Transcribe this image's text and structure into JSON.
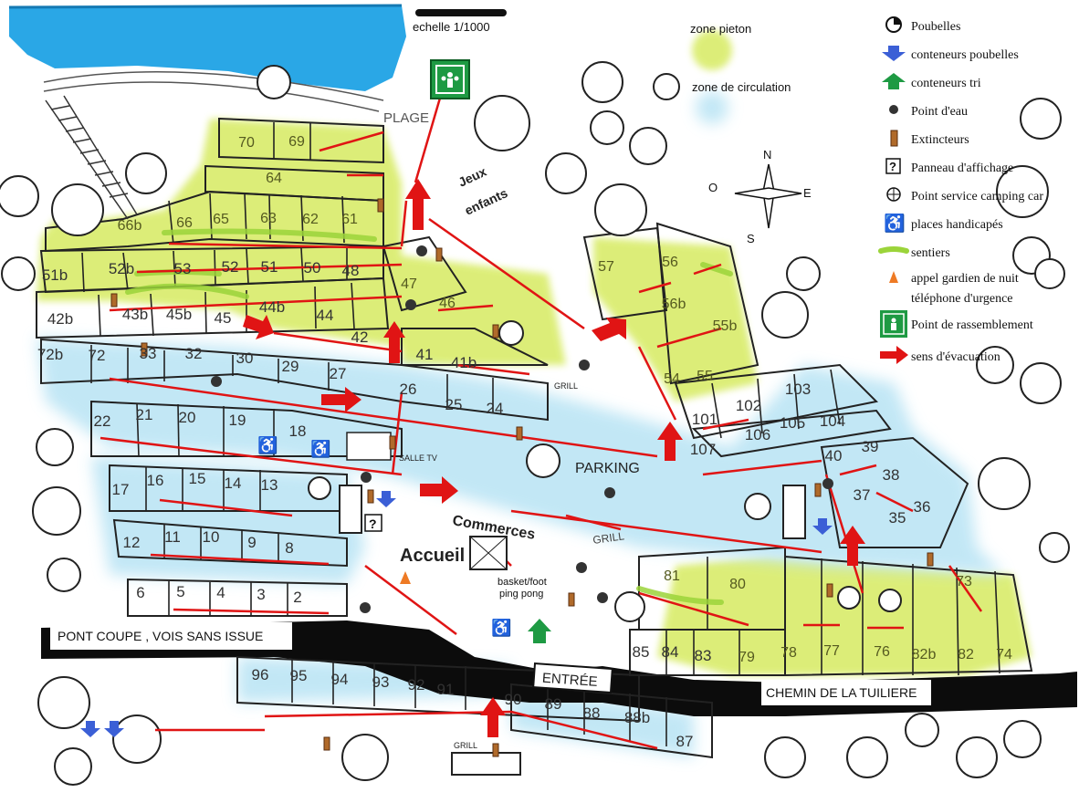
{
  "scale": "echelle 1/1000",
  "zones": {
    "pedestrian": "zone pieton",
    "traffic": "zone de circulation"
  },
  "compass": {
    "n": "N",
    "s": "S",
    "e": "E",
    "w": "O"
  },
  "legend": [
    {
      "icon": "bin-icon",
      "label": "Poubelles"
    },
    {
      "icon": "blue-arrow-icon",
      "label": "conteneurs poubelles"
    },
    {
      "icon": "green-arrow-icon",
      "label": "conteneurs tri"
    },
    {
      "icon": "water-point-icon",
      "label": "Point d'eau"
    },
    {
      "icon": "extinguisher-icon",
      "label": "Extincteurs"
    },
    {
      "icon": "noticeboard-icon",
      "label": "Panneau d'affichage"
    },
    {
      "icon": "camper-service-icon",
      "label": "Point service camping car"
    },
    {
      "icon": "wheelchair-icon",
      "label": "places handicapés"
    },
    {
      "icon": "path-icon",
      "label": "sentiers"
    },
    {
      "icon": "night-guard-icon",
      "label": "appel gardien de nuit"
    },
    {
      "icon": "emergency-phone-icon",
      "label": "téléphone d'urgence"
    },
    {
      "icon": "assembly-point-icon",
      "label": "Point de rassemblement"
    },
    {
      "icon": "evacuation-arrow-icon",
      "label": "sens d'évacuation"
    }
  ],
  "places": {
    "beach": "PLAGE",
    "games": [
      "Jeux",
      "enfants"
    ],
    "parking": "PARKING",
    "tv": "SALLE TV",
    "grill": "GRILL",
    "shops": "Commerces",
    "reception": "Accueil",
    "sport": [
      "basket/foot",
      "ping pong"
    ],
    "entrance": "ENTRÉE",
    "bridge": "PONT COUPE , VOIS SANS ISSUE",
    "road": "CHEMIN DE LA TUILIERE"
  },
  "pitches": [
    "70",
    "69",
    "64",
    "66b",
    "66",
    "65",
    "63",
    "62",
    "61",
    "51b",
    "52b",
    "53",
    "52",
    "51",
    "50",
    "48",
    "47",
    "46",
    "42b",
    "43b",
    "45b",
    "45",
    "44b",
    "44",
    "42",
    "41",
    "41b",
    "72b",
    "72",
    "33",
    "32",
    "30",
    "29",
    "27",
    "26",
    "25",
    "24",
    "57",
    "56",
    "56b",
    "55b",
    "54",
    "55",
    "103",
    "102",
    "101",
    "106",
    "105",
    "104",
    "107",
    "40",
    "39",
    "38",
    "37",
    "36",
    "35",
    "22",
    "21",
    "20",
    "19",
    "18",
    "17",
    "16",
    "15",
    "14",
    "13",
    "12",
    "11",
    "10",
    "9",
    "8",
    "6",
    "5",
    "4",
    "3",
    "2",
    "81",
    "80",
    "73",
    "85",
    "84",
    "83",
    "79",
    "78",
    "77",
    "76",
    "82b",
    "82",
    "74",
    "96",
    "95",
    "94",
    "93",
    "92",
    "91",
    "90",
    "89",
    "88",
    "88b",
    "87"
  ],
  "colors": {
    "green": "#d9ec6a",
    "blue": "#bfe6f5",
    "road": "#0c0c0c",
    "evac": "#e01414",
    "sea": "#2aa7e6",
    "assembly": "#1e9a43"
  }
}
